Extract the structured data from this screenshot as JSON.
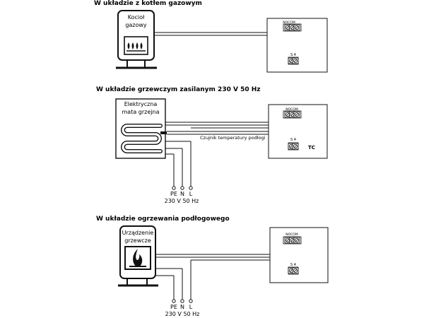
{
  "diagrams": [
    {
      "heading": "W układzie z kotłem gazowym",
      "device_label_line1": "Kocioł",
      "device_label_line2": "gazowy",
      "device_icon": "burner-flames-icon",
      "nocom_label": "NOCOM",
      "terminal_label": "S 4"
    },
    {
      "heading": "W układzie grzewczym zasilanym 230 V 50 Hz",
      "device_label_line1": "Elektryczna",
      "device_label_line2": "mata grzejna",
      "device_icon": "heating-coil-icon",
      "nocom_label": "NOCOM",
      "terminal_label": "S 4",
      "sensor_label": "Czujnik temperatury podłogi",
      "tc_label": "TC",
      "supply_labels": [
        "PE",
        "N",
        "L"
      ],
      "supply_spec": "230 V 50 Hz"
    },
    {
      "heading": "W układzie ogrzewania podłogowego",
      "device_label_line1": "Urządzenie",
      "device_label_line2": "grzewcze",
      "device_icon": "flame-icon",
      "nocom_label": "NOCOM",
      "terminal_label": "S 4",
      "supply_labels": [
        "PE",
        "N",
        "L"
      ],
      "supply_spec": "230 V 50 Hz"
    }
  ],
  "colors": {
    "line": "#111111",
    "background": "#ffffff"
  }
}
